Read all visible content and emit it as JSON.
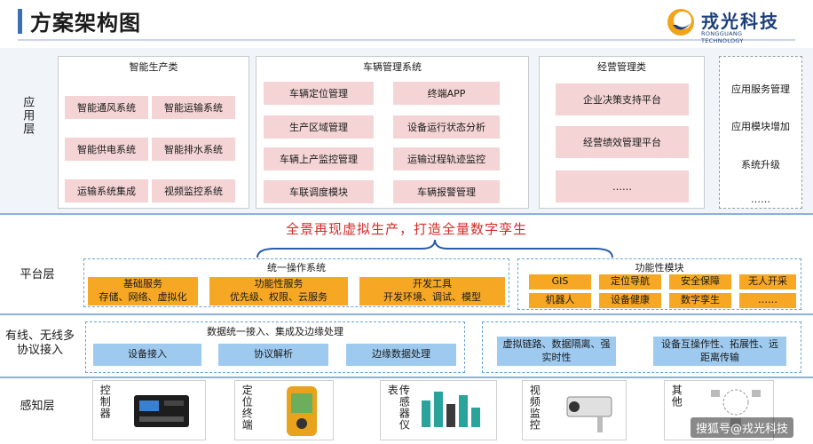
{
  "header": {
    "title": "方案架构图",
    "logo_cn": "戎光科技",
    "logo_en": "RONGGUANG TECHNOLOGY"
  },
  "layers": {
    "application": "应用层",
    "platform": "平台层",
    "access": "有线、无线多协议接入",
    "sensing": "感知层"
  },
  "application": {
    "smart_production": {
      "title": "智能生产类",
      "items": [
        "智能通风系统",
        "智能运输系统",
        "智能供电系统",
        "智能排水系统",
        "运输系统集成",
        "视频监控系统"
      ]
    },
    "vehicle_mgmt": {
      "title": "车辆管理系统",
      "items": [
        "车辆定位管理",
        "终端APP",
        "生产区域管理",
        "设备运行状态分析",
        "车辆上产监控管理",
        "运输过程轨迹监控",
        "车联调度模块",
        "车辆报警管理"
      ]
    },
    "business_mgmt": {
      "title": "经营管理类",
      "items": [
        "企业决策支持平台",
        "经营绩效管理平台",
        "……"
      ]
    },
    "services": {
      "items": [
        "应用服务管理",
        "应用模块增加",
        "系统升级",
        "……"
      ]
    }
  },
  "slogan": "全景再现虚拟生产，打造全量数字孪生",
  "platform": {
    "unified_os": {
      "title": "统一操作系统",
      "items": [
        {
          "name": "基础服务",
          "desc": "存储、网络、虚拟化"
        },
        {
          "name": "功能性服务",
          "desc": "优先级、权限、云服务"
        },
        {
          "name": "开发工具",
          "desc": "开发环境、调试、模型"
        }
      ]
    },
    "functional": {
      "title": "功能性模块",
      "items": [
        "GIS",
        "定位导航",
        "安全保障",
        "无人开采",
        "机器人",
        "设备健康",
        "数字孪生",
        "……"
      ]
    }
  },
  "access": {
    "unified": {
      "title": "数据统一接入、集成及边缘处理",
      "items": [
        "设备接入",
        "协议解析",
        "边缘数据处理"
      ]
    },
    "right_items": [
      "虚拟链路、数据隔离、强实时性",
      "设备互操作性、拓展性、远距离传输"
    ]
  },
  "sensing": {
    "items": [
      "控制器",
      "定位终端",
      "传感器仪表",
      "视频监控",
      "其他"
    ]
  },
  "watermark": "搜狐号@戎光科技",
  "colors": {
    "accent_blue": "#3a6fb8",
    "slogan_red": "#d42a2a",
    "pink_box": "#f4d4d4",
    "orange_box": "#f6a723",
    "light_blue_box": "#9ecaf0"
  }
}
